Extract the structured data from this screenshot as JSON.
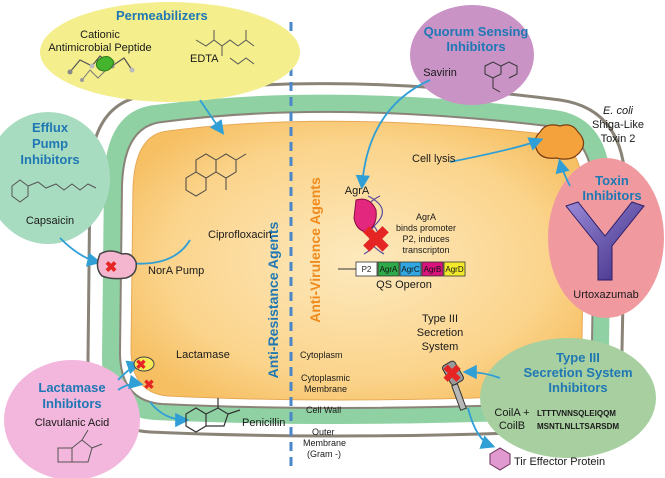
{
  "axis_labels": {
    "anti_resistance": "Anti-Resistance Agents",
    "anti_virulence": "Anti-Virulence Agents"
  },
  "groups": {
    "permeabilizers": {
      "title": "Permeabilizers",
      "item1_line1": "Cationic",
      "item1_line2": "Antimicrobial Peptide",
      "item2": "EDTA",
      "color": "#f4ee8c"
    },
    "efflux": {
      "title_line1": "Efflux",
      "title_line2": "Pump",
      "title_line3": "Inhibitors",
      "item": "Capsaicin",
      "color": "#a8dcc0"
    },
    "lactamase_inhibitors": {
      "title_line1": "Lactamase",
      "title_line2": "Inhibitors",
      "item": "Clavulanic Acid",
      "color": "#f3b6dc"
    },
    "quorum": {
      "title_line1": "Quorum Sensing",
      "title_line2": "Inhibitors",
      "item": "Savirin",
      "color": "#c993c6"
    },
    "toxin": {
      "title_line1": "Toxin",
      "title_line2": "Inhibitors",
      "item": "Urtoxazumab",
      "color": "#f09aa0"
    },
    "type3": {
      "title_line1": "Type III",
      "title_line2": "Secretion System",
      "title_line3": "Inhibitors",
      "item_line1": "CoilA +",
      "item_line2": "CoilB",
      "seq_line1": "LTTTVNNSQLEIQQM",
      "seq_line2": "MSNTLNLLTSARSDM",
      "color": "#a7cfa0"
    }
  },
  "cell_labels": {
    "ciprofloxacin": "Ciprofloxacin",
    "nora_pump": "NorA Pump",
    "lactamase": "Lactamase",
    "penicillin": "Penicillin",
    "cell_lysis": "Cell lysis",
    "agra": "AgrA",
    "agra_desc_line1": "AgrA",
    "agra_desc_line2": "binds promoter",
    "agra_desc_line3": "P2, induces",
    "agra_desc_line4": "transcripton",
    "qs_operon": "QS Operon",
    "type3_line1": "Type III",
    "type3_line2": "Secretion",
    "type3_line3": "System",
    "tir": "Tir Effector Protein",
    "toxin_line1": "E. coli",
    "toxin_line2": "Shiga-Like",
    "toxin_line3": "Toxin 2"
  },
  "operon_genes": [
    "P2",
    "AgrA",
    "AgrC",
    "AgrB",
    "AgrD"
  ],
  "operon_colors": [
    "#ffffff",
    "#2eaa4a",
    "#32a6e0",
    "#d9147c",
    "#f2ea2a"
  ],
  "layers": {
    "cytoplasm": "Cytoplasm",
    "cyto_membrane_line1": "Cytoplasmic",
    "cyto_membrane_line2": "Membrane",
    "cell_wall": "Cell Wall",
    "outer_line1": "Outer",
    "outer_line2": "Membrane",
    "outer_line3": "(Gram -)"
  },
  "colors": {
    "heading": "#1f78b4",
    "arrow": "#2f9fd6",
    "divider": "#4a86c8",
    "anti_virulence": "#f08a1c",
    "cell_wall": "#8fd1a3",
    "cytoplasm_center": "#fde6b6",
    "cytoplasm_edge": "#f8c671",
    "red_x": "#e52523"
  }
}
